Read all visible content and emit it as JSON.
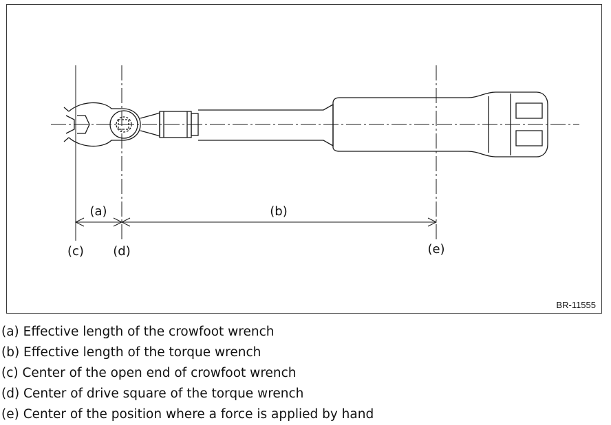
{
  "figure": {
    "figure_id": "BR-11555",
    "callouts": {
      "a": "(a)",
      "b": "(b)",
      "c": "(c)",
      "d": "(d)",
      "e": "(e)"
    }
  },
  "legend": [
    "(a) Effective length of the crowfoot wrench",
    "(b) Effective length of the torque wrench",
    "(c) Center of the open end of crowfoot wrench",
    "(d) Center of drive square of the torque wrench",
    "(e) Center of the position where a force is applied by hand"
  ],
  "colors": {
    "line": "#1a1a1a",
    "frame": "#3a3a3a"
  }
}
